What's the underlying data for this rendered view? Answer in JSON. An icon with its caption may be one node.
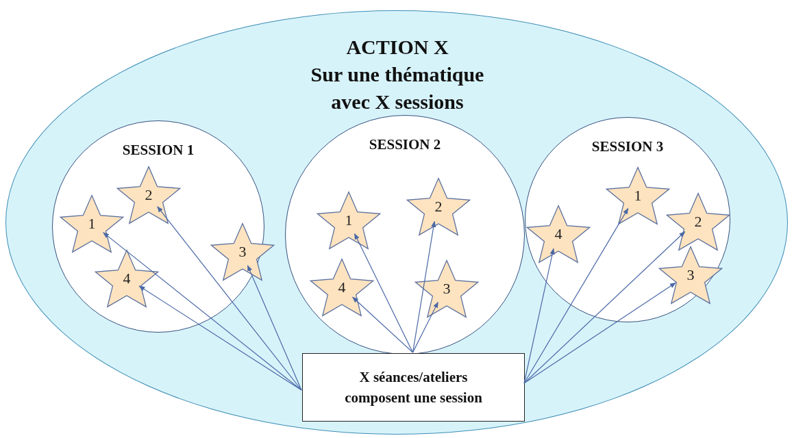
{
  "diagram": {
    "nodes": [
      {
        "text": [
          "ACTION X",
          "Sur une thématique avec X sessions"
        ]
      },
      {
        "text": [
          "SESSION 1"
        ],
        "in": 0
      },
      {
        "text": [
          "1"
        ],
        "in": 1
      },
      {
        "text": [
          "2"
        ],
        "in": 1
      },
      {
        "text": [
          "3"
        ],
        "in": 1
      },
      {
        "text": [
          "4"
        ],
        "in": 1
      },
      {
        "text": [
          "SESSION 2"
        ],
        "in": 0
      },
      {
        "text": [
          "1"
        ],
        "in": 6
      },
      {
        "text": [
          "2"
        ],
        "in": 6
      },
      {
        "text": [
          "3"
        ],
        "in": 6
      },
      {
        "text": [
          "4"
        ],
        "in": 6
      },
      {
        "text": [
          "SESSION 3"
        ],
        "in": 0
      },
      {
        "text": [
          "1"
        ],
        "in": 11
      },
      {
        "text": [
          "2"
        ],
        "in": 11
      },
      {
        "text": [
          "3"
        ],
        "in": 11
      },
      {
        "text": [
          "4"
        ],
        "in": 11
      },
      {
        "text": [
          "X séances/ateliers composent une session"
        ],
        "in": 0
      }
    ],
    "edges": [
      {
        "from": 16,
        "to": 2,
        "arrow": "to"
      },
      {
        "from": 16,
        "to": 3,
        "arrow": "to"
      },
      {
        "from": 16,
        "to": 4,
        "arrow": "to"
      },
      {
        "from": 16,
        "to": 5,
        "arrow": "to"
      },
      {
        "from": 16,
        "to": 7,
        "arrow": "to"
      },
      {
        "from": 16,
        "to": 8,
        "arrow": "to"
      },
      {
        "from": 16,
        "to": 9,
        "arrow": "to"
      },
      {
        "from": 16,
        "to": 10,
        "arrow": "to"
      },
      {
        "from": 16,
        "to": 15,
        "arrow": "to"
      },
      {
        "from": 16,
        "to": 12,
        "arrow": "to"
      },
      {
        "from": 16,
        "to": 13,
        "arrow": "to"
      },
      {
        "from": 16,
        "to": 14,
        "arrow": "to"
      }
    ]
  }
}
